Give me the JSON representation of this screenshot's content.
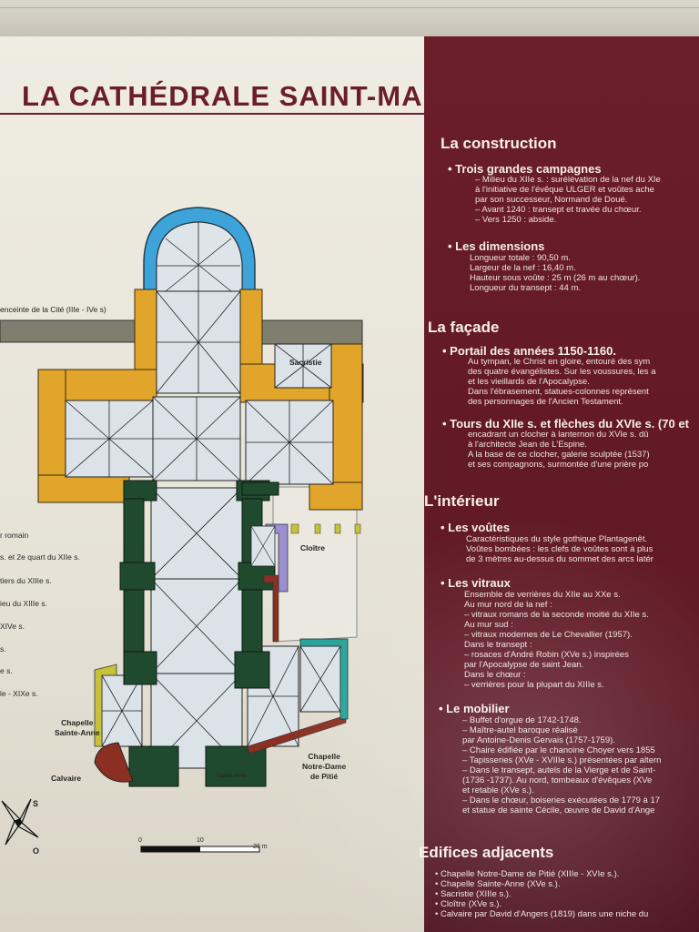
{
  "title": "LA CATHÉDRALE SAINT-MAURICE",
  "plan": {
    "enceinte": "enceinte de la Cité (IIIe - IVe s)",
    "sacristie": "Sacristie",
    "cloitre": "Cloître",
    "chapelle_sainte_anne": [
      "Chapelle",
      "Sainte-Anne"
    ],
    "calvaire": "Calvaire",
    "chapelle_notre_dame": [
      "Chapelle",
      "Notre-Dame",
      "de Pitié"
    ],
    "sanctuaire_label": "Sainte-Anne",
    "scale": {
      "zero": "0",
      "ten": "10",
      "twenty": "20 m"
    },
    "compass": {
      "s": "S",
      "o": "O"
    },
    "legend": [
      "r romain",
      "s. et 2e quart du XIIe s.",
      "tiers du XIIIe s.",
      "ieu du XIIIe s.",
      "XIVe s.",
      "s.",
      "e s.",
      "le - XIXe s."
    ],
    "colors": {
      "gold": "#e0a52a",
      "blue": "#3da3d8",
      "green": "#1f4a2e",
      "lavender": "#9a8fcf",
      "teal": "#2aa39a",
      "brown": "#8a2f22",
      "olive": "#c8c23a",
      "gray": "#7e7f6e"
    }
  },
  "sections": [
    {
      "heading": "La construction",
      "items": [
        {
          "title": "• Trois grandes campagnes",
          "lines": [
            "– Milieu du XIIe s. : surélévation de la nef du XIe",
            "à l'initiative de l'évêque ULGER et voûtes ache",
            "par son successeur, Normand de Doué.",
            "– Avant 1240 : transept et travée du chœur.",
            "– Vers 1250 : abside."
          ]
        },
        {
          "title": "• Les dimensions",
          "lines": [
            "Longueur totale : 90,50 m.",
            "Largeur de la nef : 16,40 m.",
            "Hauteur sous voûte : 25 m (26 m au chœur).",
            "Longueur du transept : 44 m."
          ]
        }
      ]
    },
    {
      "heading": "La façade",
      "items": [
        {
          "title": "• Portail des années 1150-1160.",
          "lines": [
            "Au tympan, le Christ en gloire, entouré des sym",
            "des quatre évangélistes. Sur les voussures, les a",
            "et les vieillards de l'Apocalypse.",
            "Dans l'ébrasement, statues-colonnes représent",
            "des personnages de l'Ancien Testament."
          ]
        },
        {
          "title": "• Tours du XIIe s. et flèches du XVIe s. (70 et",
          "lines": [
            "encadrant un clocher à lanternon du XVIe s. dû",
            "à l'architecte Jean de L'Espine.",
            "A la base de ce clocher, galerie sculptée (1537)",
            "et ses compagnons, surmontée d'une prière po"
          ]
        }
      ]
    },
    {
      "heading": "L'intérieur",
      "items": [
        {
          "title": "• Les voûtes",
          "lines": [
            "Caractéristiques du style gothique Plantagenêt.",
            "Voûtes bombées : les clefs de voûtes sont à plus",
            "de 3 mètres au-dessus du sommet des arcs latér"
          ]
        },
        {
          "title": "• Les vitraux",
          "lines": [
            "Ensemble de verrières du XIIe au XXe s.",
            "Au mur nord de la nef :",
            "– vitraux romans de la seconde moitié du XIIe s.",
            "Au mur sud :",
            "– vitraux modernes de Le Chevallier (1957).",
            "Dans le transept :",
            "– rosaces d'André Robin (XVe s.) inspirées",
            "par l'Apocalypse de saint Jean.",
            "Dans le chœur :",
            "– verrières pour la plupart du XIIIe s."
          ]
        },
        {
          "title": "• Le mobilier",
          "lines": [
            "– Buffet d'orgue de 1742-1748.",
            "– Maître-autel baroque réalisé",
            "par Antoine-Denis Gervais (1757-1759).",
            "– Chaire édifiée par le chanoine Choyer vers 1855",
            "– Tapisseries (XVe - XVIIIe s.) présentées par altern",
            "– Dans le transept, autels de la Vierge et de Saint-",
            "(1736 -1737). Au nord, tombeaux d'évêques (XVe",
            "et retable (XVe s.).",
            "– Dans le chœur, boiseries exécutées de 1779 à 17",
            "et statue de sainte Cécile, œuvre de David d'Ange"
          ]
        }
      ]
    },
    {
      "heading": "Edifices adjacents",
      "items": [
        {
          "title": "",
          "lines": [
            "• Chapelle Notre-Dame de Pitié (XIIIe - XVIe s.).",
            "• Chapelle Sainte-Anne (XVe s.).",
            "• Sacristie (XIIIe s.).",
            "• Cloître (XVe s.).",
            "• Calvaire par David d'Angers (1819) dans une niche du"
          ]
        }
      ]
    }
  ]
}
